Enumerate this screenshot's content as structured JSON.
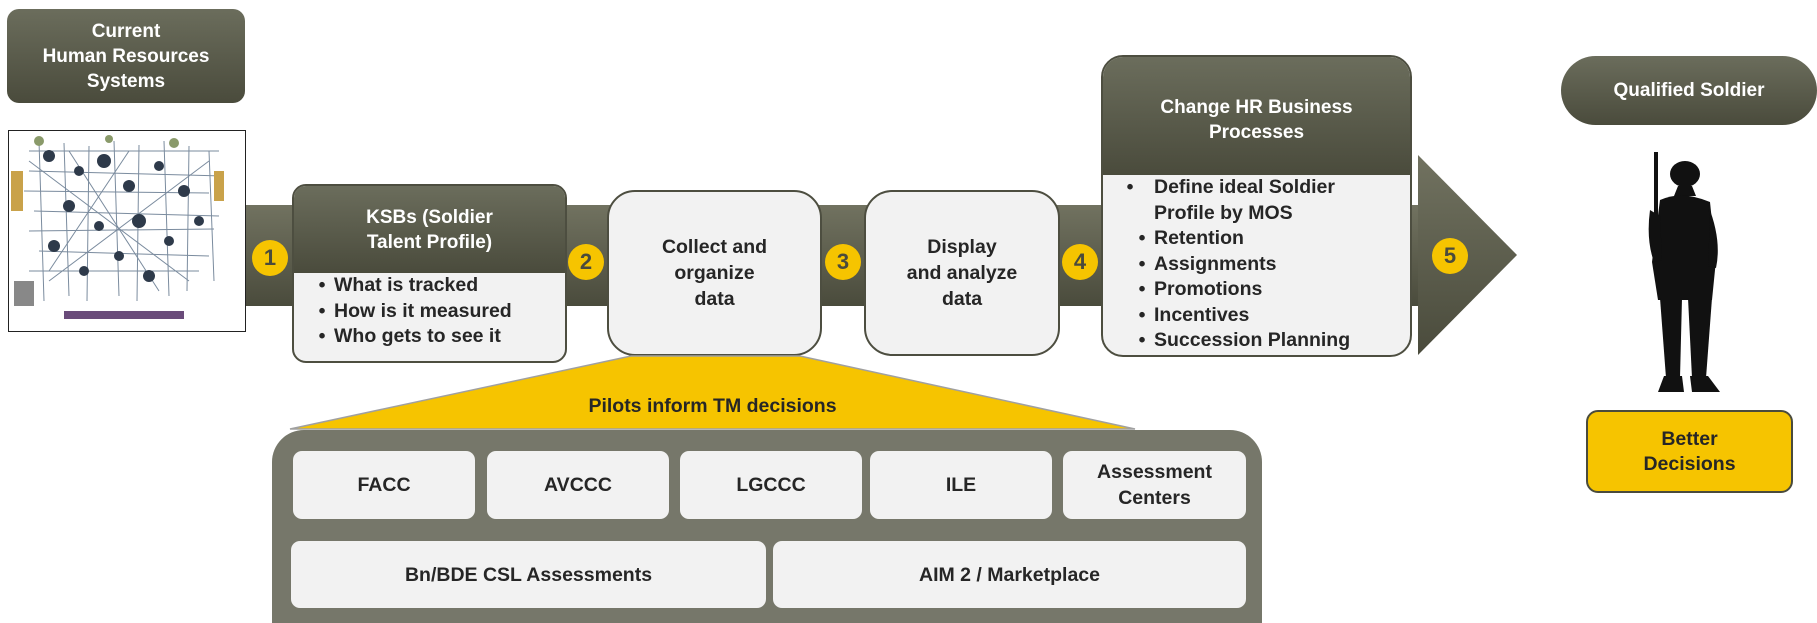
{
  "current_hr": {
    "lines": [
      "Current",
      "Human Resources",
      "Systems"
    ]
  },
  "ksb": {
    "title_lines": [
      "KSBs (Soldier",
      "Talent Profile)"
    ],
    "bullets": [
      "What is tracked",
      "How is it measured",
      "Who gets to see it"
    ]
  },
  "collect": {
    "lines": [
      "Collect and",
      "organize",
      "data"
    ]
  },
  "display": {
    "lines": [
      "Display",
      "and analyze",
      "data"
    ]
  },
  "change": {
    "title_lines": [
      "Change HR Business",
      "Processes"
    ],
    "bullets": [
      "Define ideal Soldier Profile by MOS",
      "Retention",
      "Assignments",
      "Promotions",
      "Incentives",
      "Succession Planning"
    ]
  },
  "steps": [
    "1",
    "2",
    "3",
    "4",
    "5"
  ],
  "qualified": {
    "label": "Qualified Soldier"
  },
  "better": {
    "lines": [
      "Better",
      "Decisions"
    ]
  },
  "pilots": {
    "banner": "Pilots inform TM decisions",
    "row1": [
      "FACC",
      "AVCCC",
      "LGCCC",
      "ILE",
      "Assessment Centers"
    ],
    "row2": [
      "Bn/BDE CSL Assessments",
      "AIM 2 / Marketplace"
    ]
  },
  "colors": {
    "dark": "#4a4b3c",
    "accent": "#f6c400",
    "box": "#f2f2f2"
  }
}
